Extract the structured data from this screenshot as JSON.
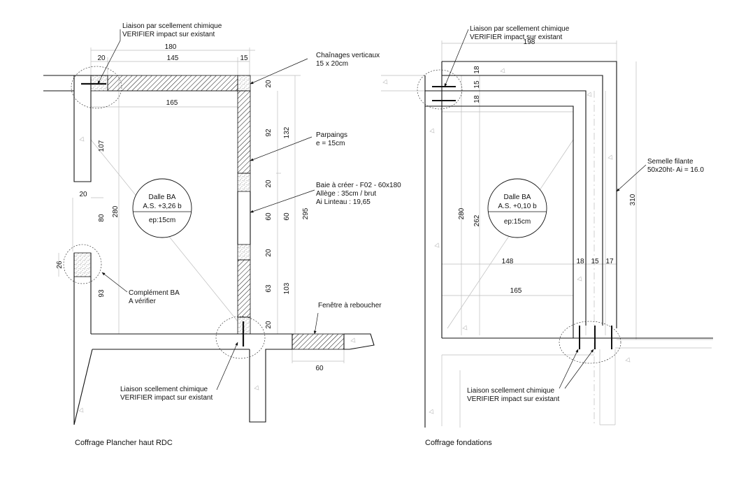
{
  "left_plan": {
    "caption": "Coffrage Plancher haut RDC",
    "notes": {
      "liaison_top_1": "Liaison par scellement chimique",
      "liaison_top_2": "VERIFIER impact sur existant",
      "chainages_1": "Chaînages verticaux",
      "chainages_2": "15 x 20cm",
      "parpaings_1": "Parpaings",
      "parpaings_2": "e = 15cm",
      "baie_1": "Baie à créer - F02 - 60x180",
      "baie_2": "Allège : 35cm / brut",
      "baie_3": "Ai Linteau : 19,65",
      "complement_1": "Complément BA",
      "complement_2": "A vérifier",
      "fenetre": "Fenêtre à reboucher",
      "liaison_bottom_1": "Liaison scellement chimique",
      "liaison_bottom_2": "VERIFIER impact sur existant"
    },
    "slab": {
      "line1": "Dalle BA",
      "line2": "A.S. +3,26 b",
      "line3": "ep:15cm"
    },
    "dims": {
      "d180": "180",
      "d20a": "20",
      "d145": "145",
      "d15": "15",
      "d165": "165",
      "d20b": "20",
      "d92": "92",
      "d20c": "20",
      "d60a": "60",
      "d20d": "20",
      "d63": "63",
      "d20e": "20",
      "d132": "132",
      "d60b": "60",
      "d103": "103",
      "d295": "295",
      "d107": "107",
      "d80": "80",
      "d280": "280",
      "d93": "93",
      "d20w": "20",
      "d26": "26",
      "d60c": "60"
    }
  },
  "right_plan": {
    "caption": "Coffrage fondations",
    "notes": {
      "liaison_top_1": "Liaison par scellement chimique",
      "liaison_top_2": "VERIFIER impact sur existant",
      "semelle_1": "Semelle filante",
      "semelle_2": "50x20ht- Ai = 16.0",
      "liaison_bottom_1": "Liaison scellement chimique",
      "liaison_bottom_2": "VERIFIER impact sur existant"
    },
    "slab": {
      "line1": "Dalle BA",
      "line2": "A.S. +0,10 b",
      "line3": "ep:15cm"
    },
    "dims": {
      "d198": "198",
      "d18a": "18",
      "d15a": "15",
      "d18b": "18",
      "d280": "280",
      "d262": "262",
      "d310": "310",
      "d148": "148",
      "d18c": "18",
      "d15b": "15",
      "d17": "17",
      "d165": "165"
    }
  }
}
